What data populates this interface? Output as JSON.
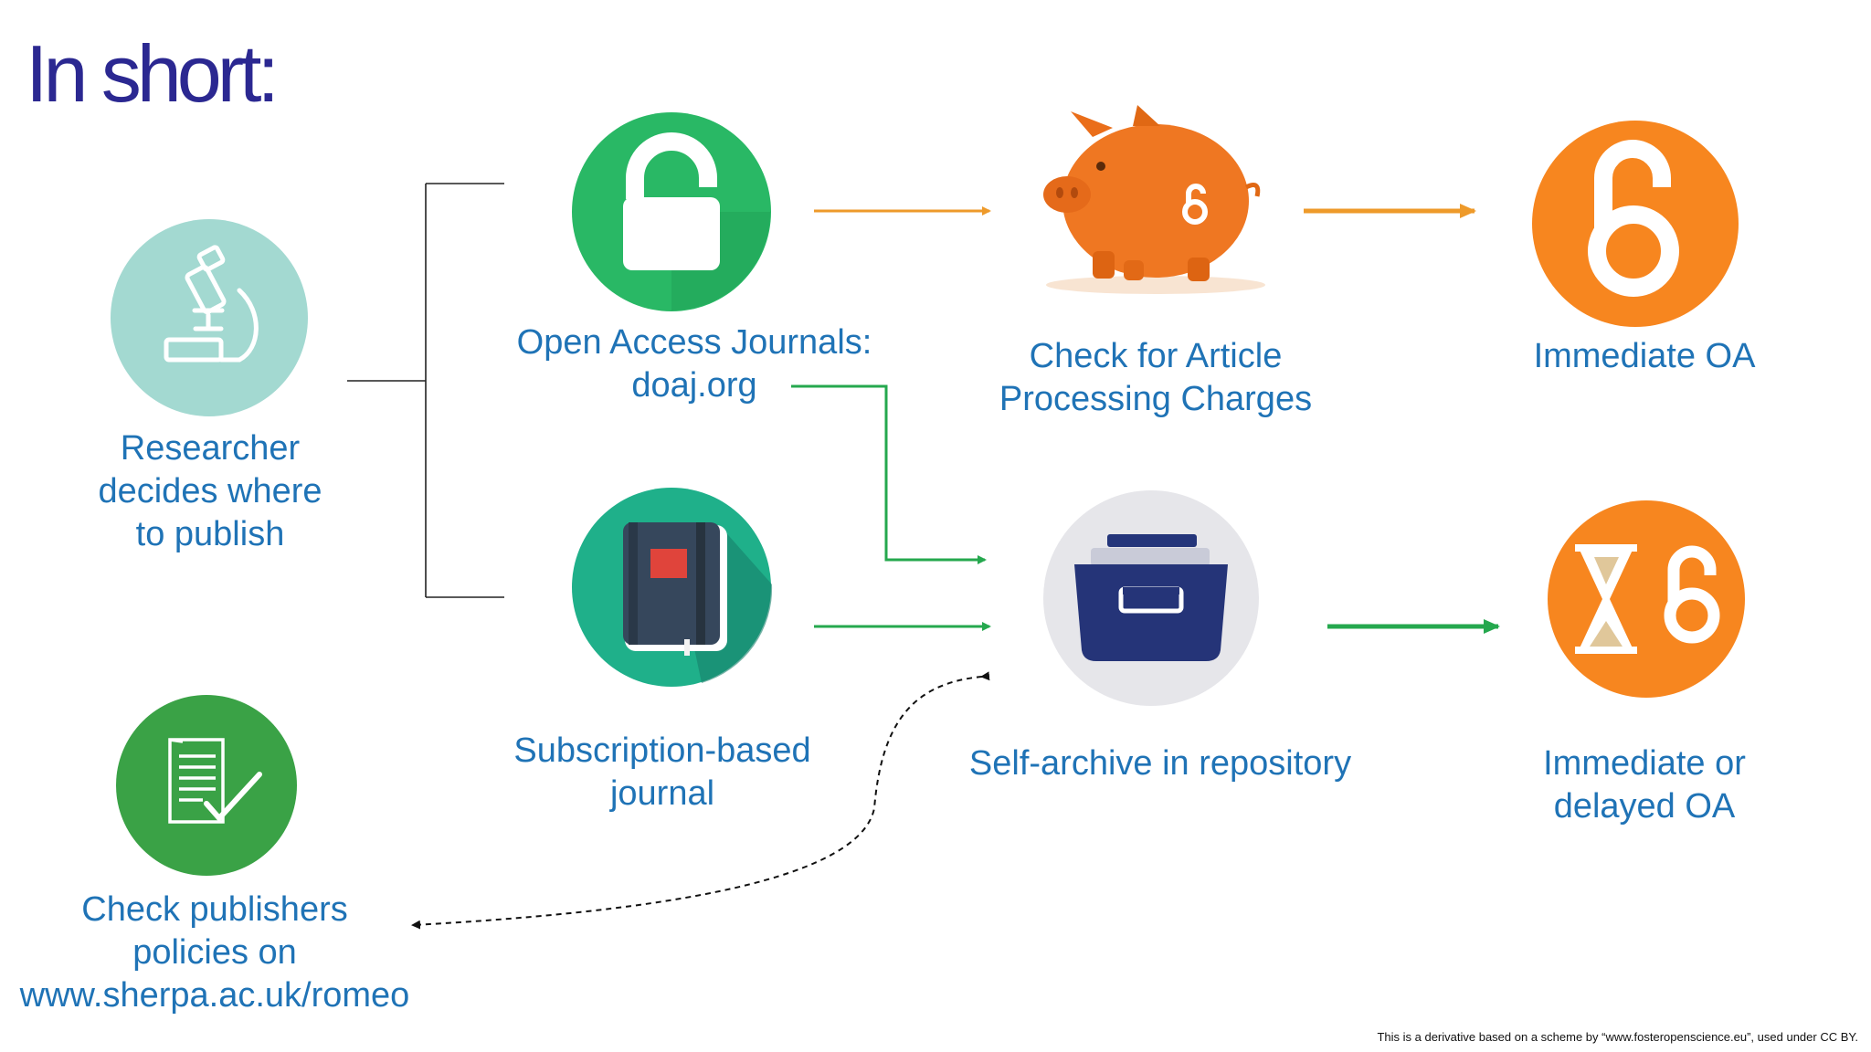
{
  "slide": {
    "title": "In short:",
    "credit": "This is a derivative based on a scheme by “www.fosteropenscience.eu”, used under CC BY."
  },
  "nodes": {
    "researcher": {
      "lines": [
        "Researcher",
        "decides where",
        "to publish"
      ],
      "icon": "microscope-icon",
      "color": "#a3d9d1"
    },
    "oa_journals": {
      "lines": [
        "Open Access Journals:",
        "doaj.org"
      ],
      "icon": "unlocked-padlock-icon",
      "color": "#29b865"
    },
    "subscription": {
      "lines": [
        "Subscription-based",
        "journal"
      ],
      "icon": "notebook-icon",
      "color": "#1fb08a"
    },
    "apc": {
      "lines": [
        "Check for Article",
        "Processing Charges"
      ],
      "icon": "piggy-bank-icon",
      "color": "#ef7722"
    },
    "self_archive": {
      "lines": [
        "Self-archive in repository"
      ],
      "icon": "archive-box-icon",
      "color": "#e6e6ea"
    },
    "immediate_oa": {
      "lines": [
        "Immediate OA"
      ],
      "icon": "open-access-icon",
      "color": "#f7861f"
    },
    "delayed_oa": {
      "lines": [
        "Immediate or",
        "delayed OA"
      ],
      "icon": "hourglass-open-access-icon",
      "color": "#f7861f"
    },
    "publisher_policies": {
      "lines": [
        "Check publishers",
        "policies on",
        "www.sherpa.ac.uk/romeo"
      ],
      "icon": "checked-document-icon",
      "color": "#3aa246"
    }
  },
  "colors": {
    "title": "#2b2891",
    "label": "#1f73b6",
    "orange_arrow": "#ee9a2a",
    "green_arrow": "#25a84e",
    "bracket": "#222222"
  }
}
